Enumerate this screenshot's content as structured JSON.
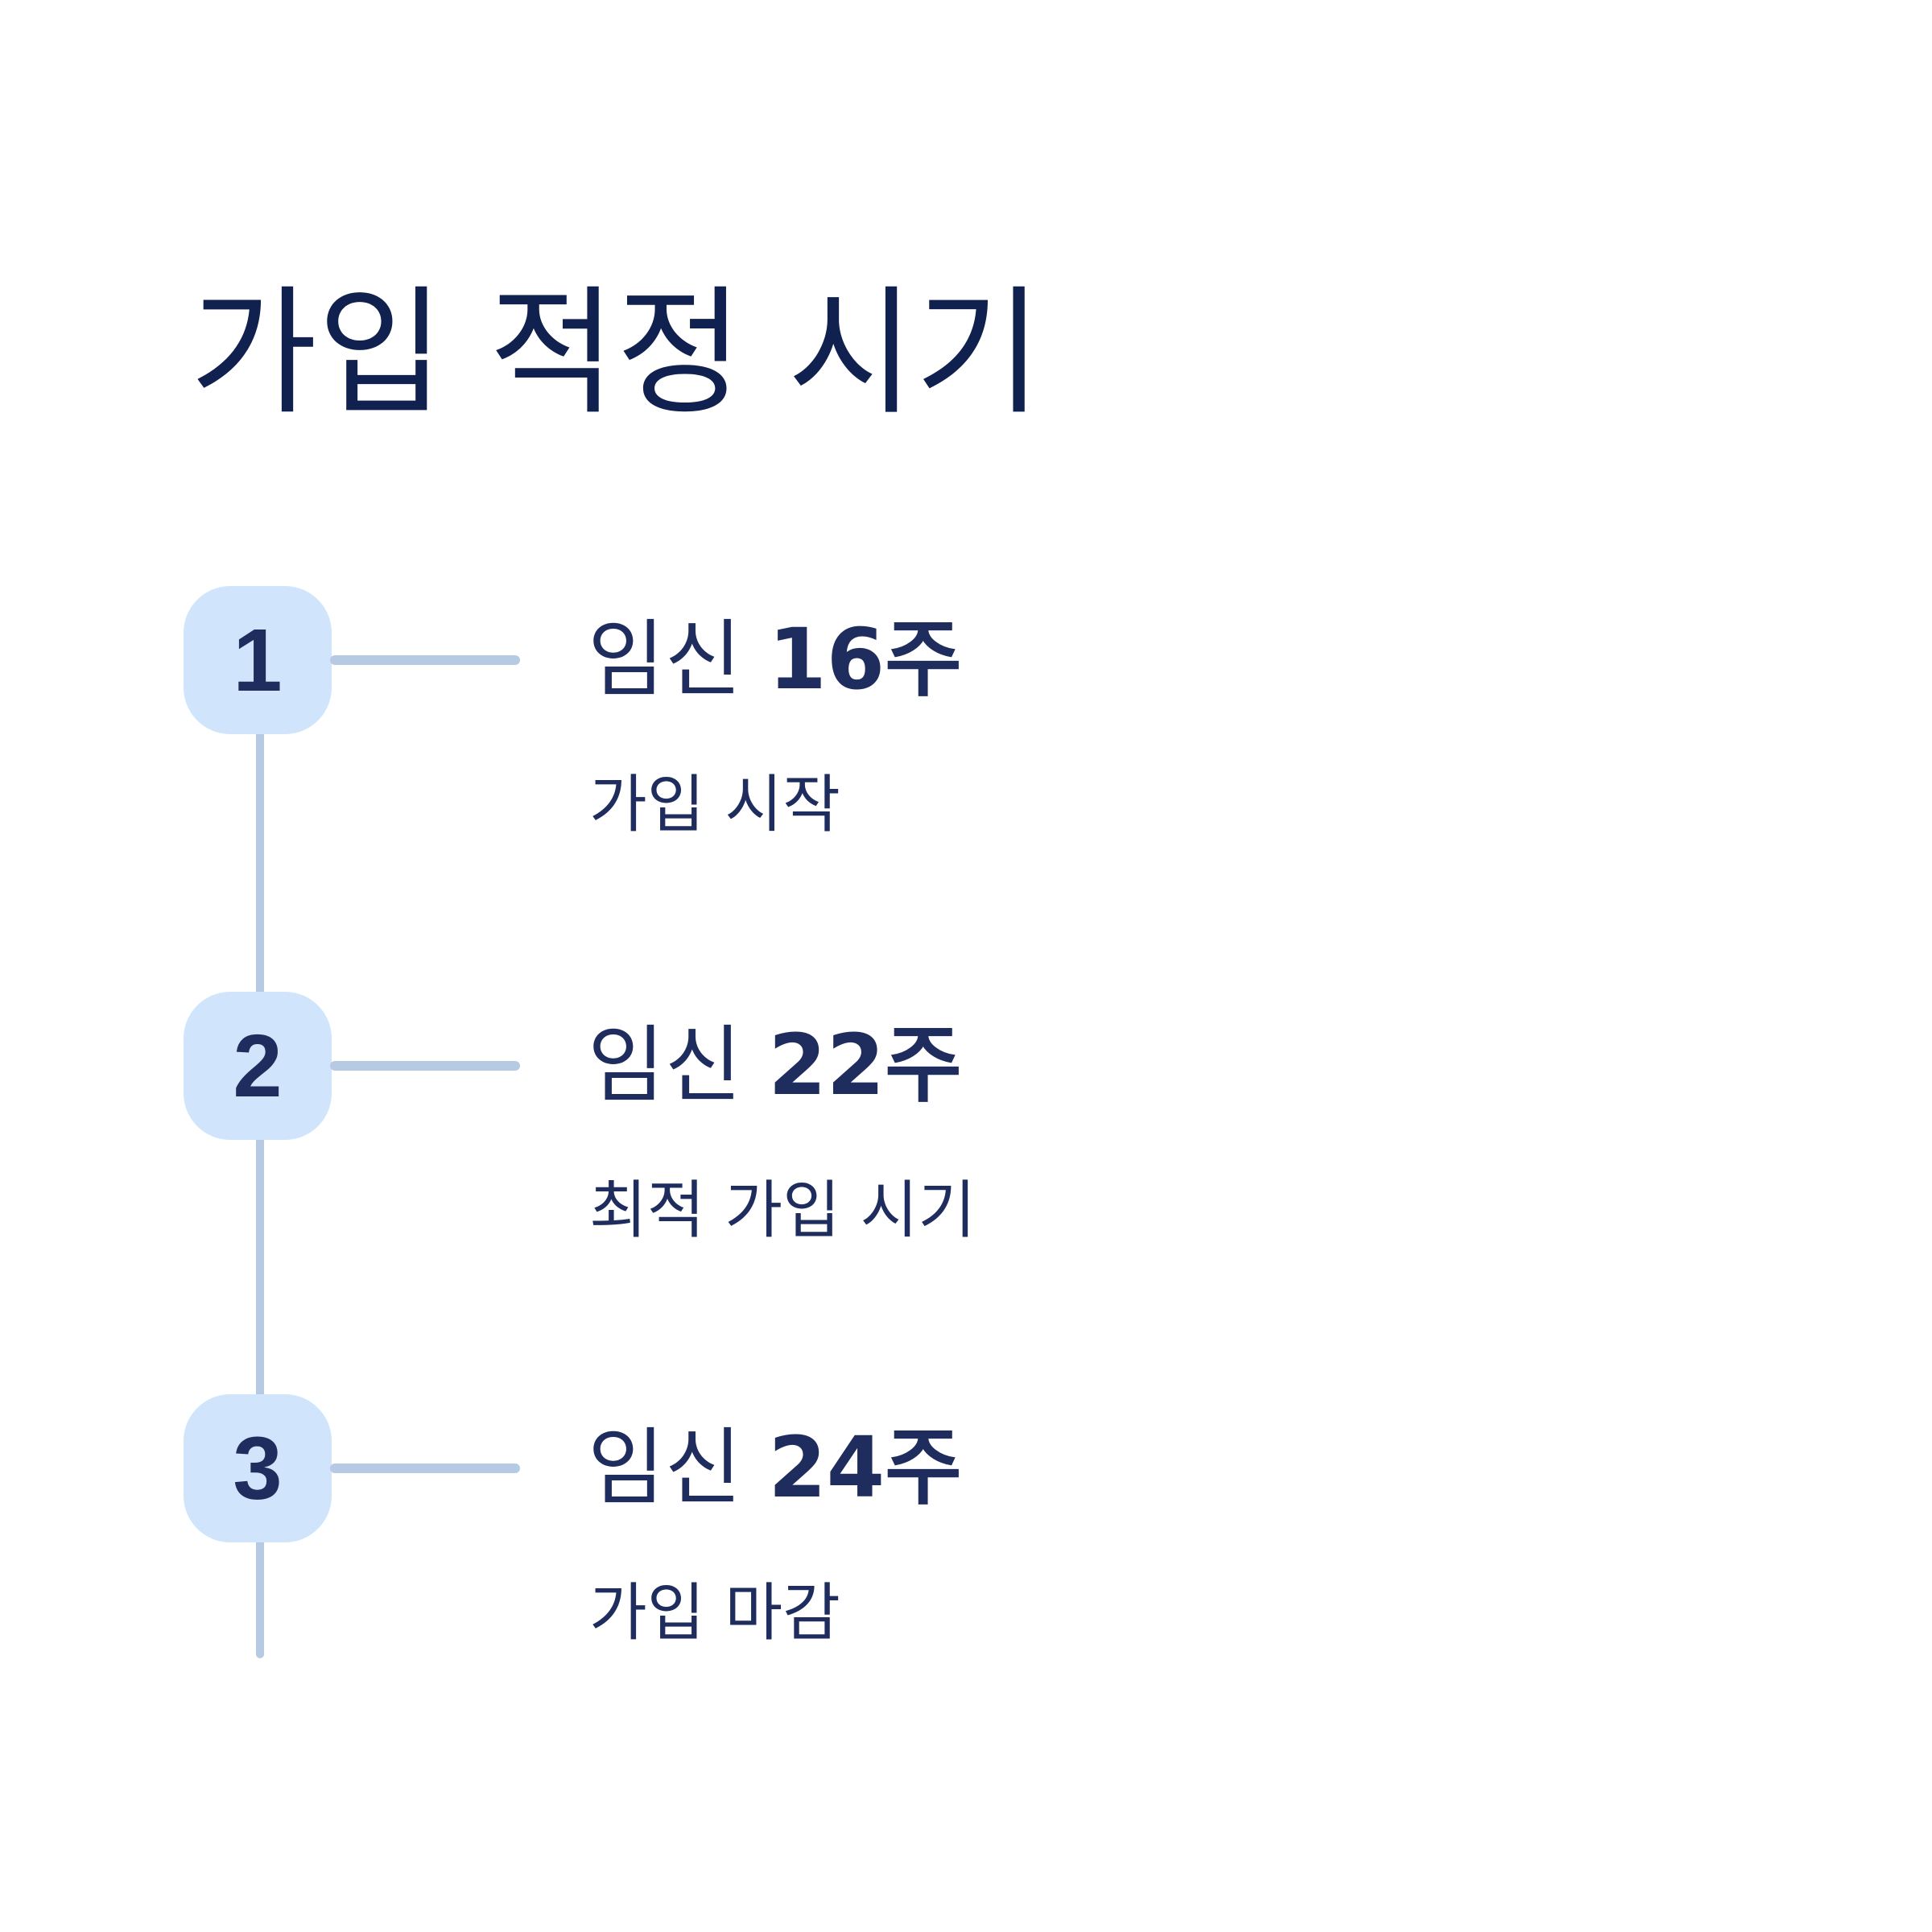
{
  "title": "가입 적정 시기",
  "steps": [
    {
      "number": "1",
      "prefix": "임신 ",
      "week": "16주",
      "caption": "가입 시작"
    },
    {
      "number": "2",
      "prefix": "임신 ",
      "week": "22주",
      "caption": "최적 가입 시기"
    },
    {
      "number": "3",
      "prefix": "임신 ",
      "week": "24주",
      "caption": "가입 마감"
    }
  ],
  "colors": {
    "title_text": "#10204f",
    "body_text": "#1e2d5e",
    "badge_fill": "#d0e4fb",
    "line": "#b6cbe3",
    "background": "#ffffff"
  }
}
